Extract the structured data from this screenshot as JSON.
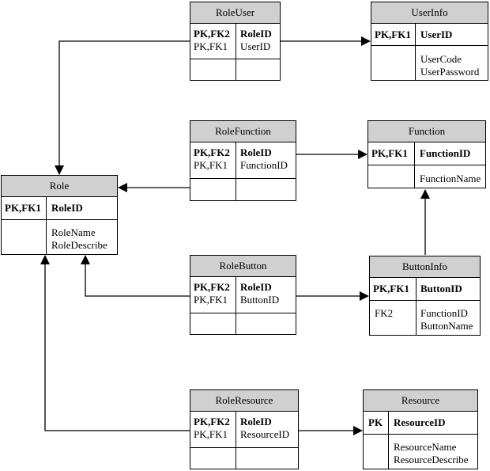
{
  "entities": {
    "role_user": {
      "title": "RoleUser",
      "key_codes": [
        "PK,FK2",
        "PK,FK1"
      ],
      "key_fields": [
        "RoleID",
        "UserID"
      ]
    },
    "user_info": {
      "title": "UserInfo",
      "key_codes": [
        "PK,FK1"
      ],
      "key_fields": [
        "UserID"
      ],
      "attrs": [
        "UserCode",
        "UserPassword"
      ]
    },
    "role_function": {
      "title": "RoleFunction",
      "key_codes": [
        "PK,FK2",
        "PK,FK1"
      ],
      "key_fields": [
        "RoleID",
        "FunctionID"
      ]
    },
    "function": {
      "title": "Function",
      "key_codes": [
        "PK,FK1"
      ],
      "key_fields": [
        "FunctionID"
      ],
      "attrs": [
        "FunctionName"
      ]
    },
    "role": {
      "title": "Role",
      "key_codes": [
        "PK,FK1"
      ],
      "key_fields": [
        "RoleID"
      ],
      "attrs": [
        "RoleName",
        "RoleDescribe"
      ]
    },
    "role_button": {
      "title": "RoleButton",
      "key_codes": [
        "PK,FK2",
        "PK,FK1"
      ],
      "key_fields": [
        "RoleID",
        "ButtonID"
      ]
    },
    "button_info": {
      "title": "ButtonInfo",
      "key_codes": [
        "PK,FK1"
      ],
      "key_fields": [
        "ButtonID"
      ],
      "attr_codes": [
        "FK2"
      ],
      "attrs": [
        "FunctionID",
        "ButtonName"
      ]
    },
    "role_resource": {
      "title": "RoleResource",
      "key_codes": [
        "PK,FK2",
        "PK,FK1"
      ],
      "key_fields": [
        "RoleID",
        "ResourceID"
      ]
    },
    "resource": {
      "title": "Resource",
      "key_codes": [
        "PK"
      ],
      "key_fields": [
        "ResourceID"
      ],
      "attrs": [
        "ResourceName",
        "ResourceDescribe"
      ]
    }
  },
  "relationships": [
    {
      "from": "RoleUser",
      "to": "UserInfo"
    },
    {
      "from": "RoleUser",
      "to": "Role"
    },
    {
      "from": "RoleFunction",
      "to": "Function"
    },
    {
      "from": "RoleFunction",
      "to": "Role"
    },
    {
      "from": "RoleButton",
      "to": "ButtonInfo"
    },
    {
      "from": "RoleButton",
      "to": "Role"
    },
    {
      "from": "ButtonInfo",
      "to": "Function"
    },
    {
      "from": "RoleResource",
      "to": "Resource"
    },
    {
      "from": "RoleResource",
      "to": "Role"
    }
  ]
}
